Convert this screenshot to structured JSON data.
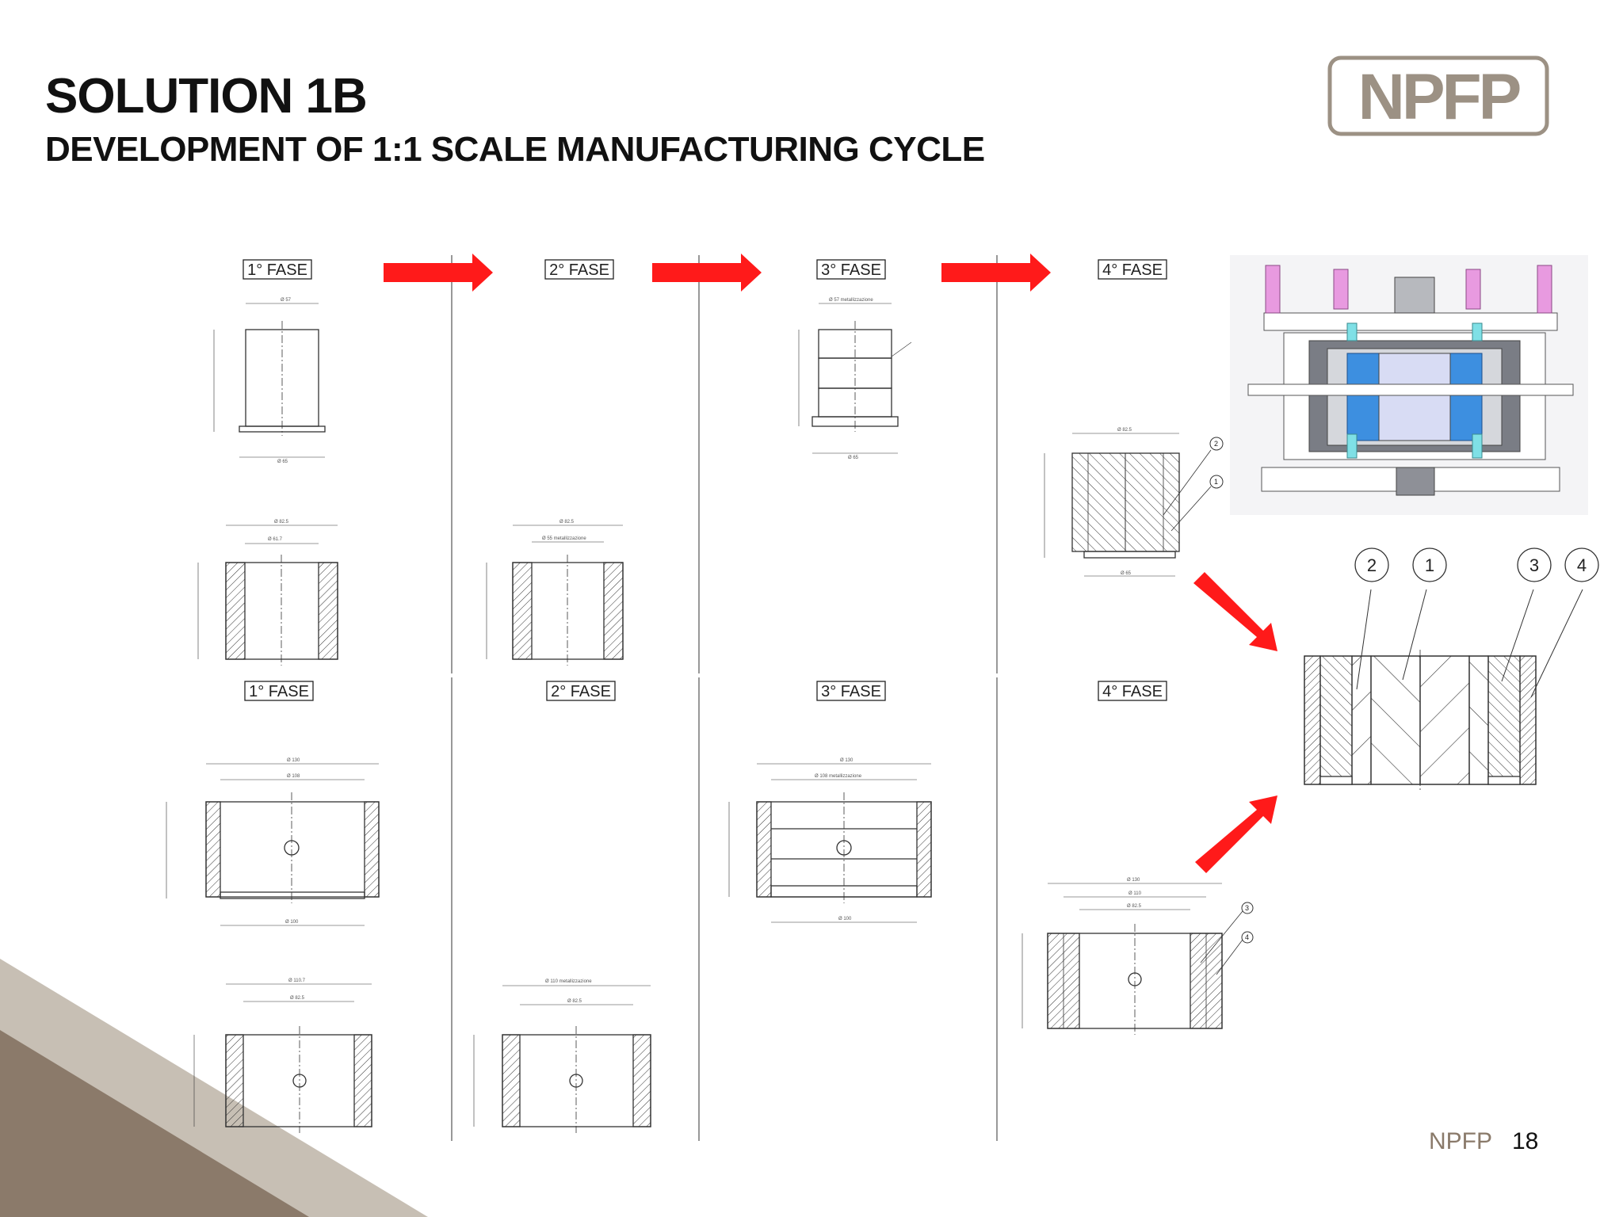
{
  "header": {
    "title": "SOLUTION 1B",
    "subtitle": "DEVELOPMENT OF 1:1 SCALE MANUFACTURING CYCLE"
  },
  "logo": {
    "text": "NPFP",
    "color": "#9c9184"
  },
  "phases": {
    "top": [
      "1° FASE",
      "2° FASE",
      "3° FASE",
      "4° FASE"
    ],
    "bottom": [
      "1° FASE",
      "2° FASE",
      "3° FASE",
      "4° FASE"
    ]
  },
  "balloons": {
    "b1": "1",
    "b2": "2",
    "b3": "3",
    "b4": "4"
  },
  "footer": {
    "brand": "NPFP",
    "page_number": "18"
  },
  "colors": {
    "arrow": "#ff1a1a",
    "accent": "#8b7a6a",
    "accent_light": "#c7bfb4",
    "assembly_blue": "#3d8fe0",
    "assembly_pink": "#e89ae0"
  }
}
